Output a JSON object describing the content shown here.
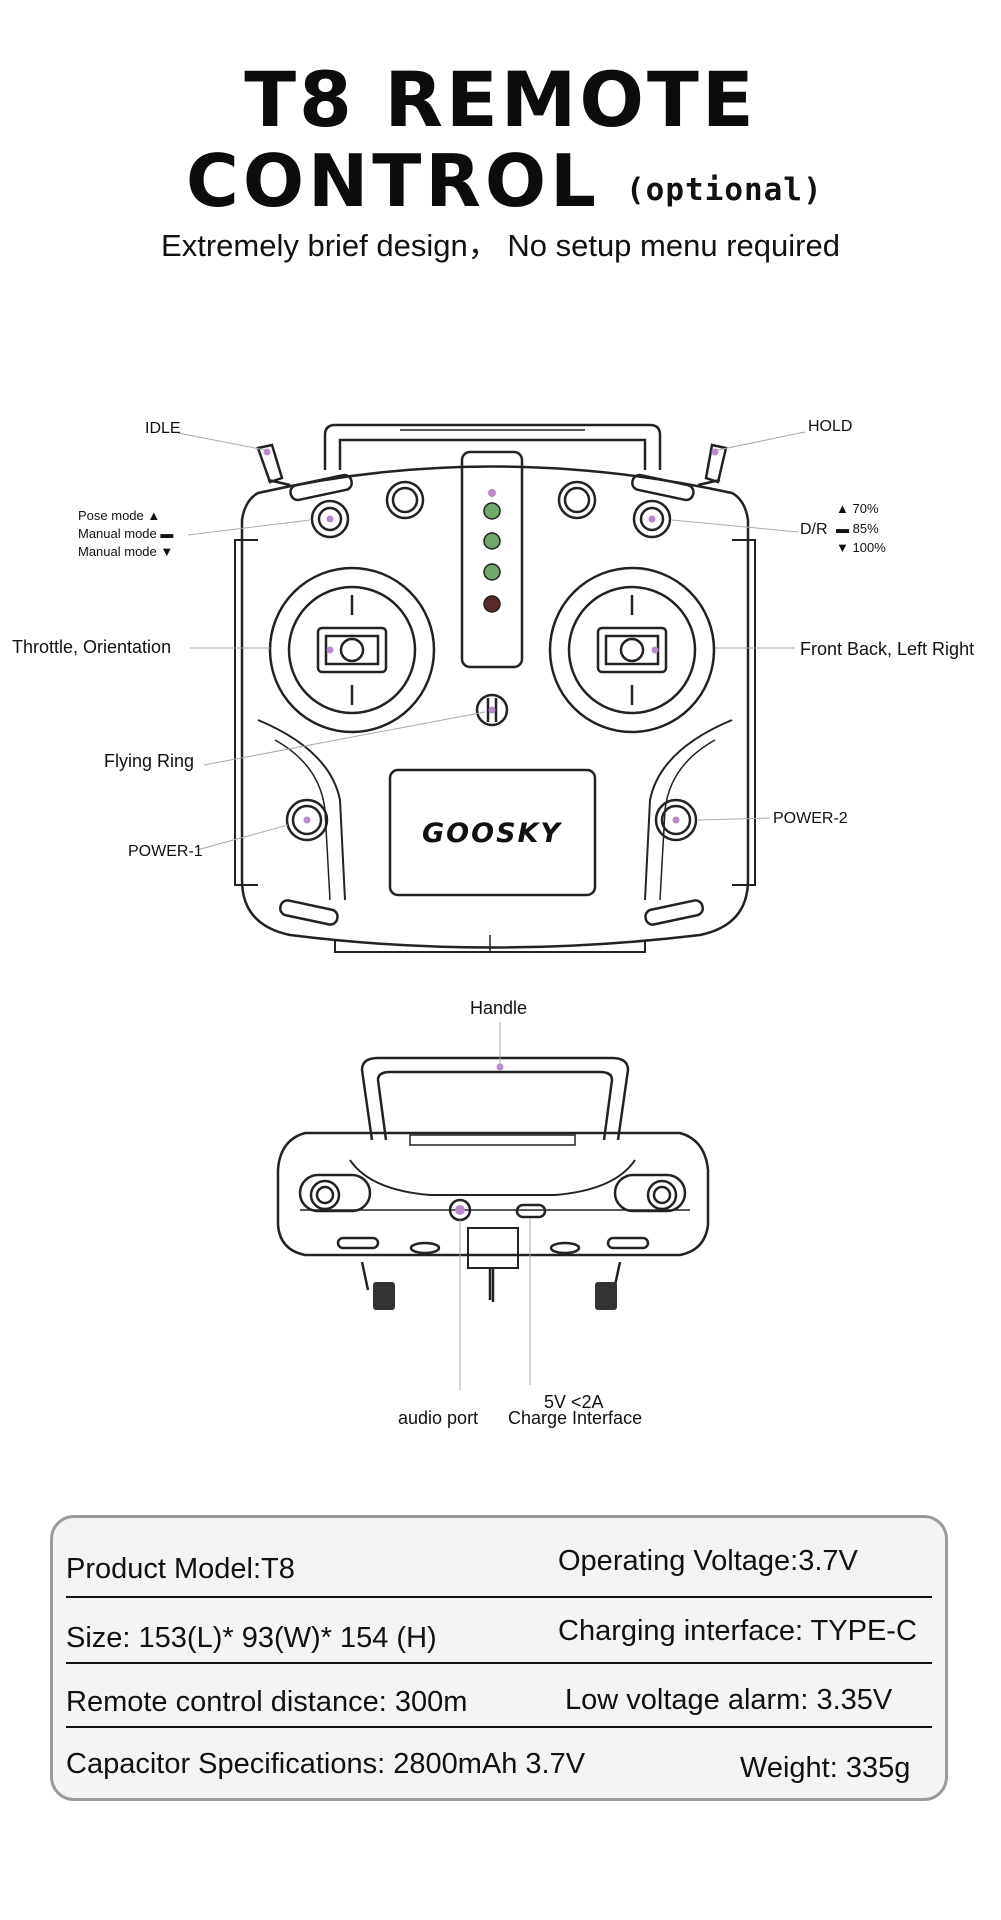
{
  "header": {
    "title_line1": "T8 REMOTE",
    "title_line2": "CONTROL",
    "optional": "(optional)",
    "subtitle": "Extremely brief design， No setup menu required"
  },
  "front_labels": {
    "idle": "IDLE",
    "hold": "HOLD",
    "pose_mode": "Pose mode",
    "manual_mode_1": "Manual mode",
    "manual_mode_2": "Manual mode",
    "dr": "D/R",
    "dr_70": "70%",
    "dr_85": "85%",
    "dr_100": "100%",
    "throttle": "Throttle, Orientation",
    "front_back": "Front Back, Left Right",
    "flying_ring": "Flying Ring",
    "power1": "POWER-1",
    "power2": "POWER-2",
    "brand": "GOOSKY"
  },
  "bottom_labels": {
    "handle": "Handle",
    "audio_port": "audio port",
    "charge_spec": "5V <2A",
    "charge_interface": "Charge Interface"
  },
  "specs": {
    "model": "Product Model:T8",
    "voltage": "Operating Voltage:3.7V",
    "size": "Size: 153(L)* 93(W)* 154 (H)",
    "charging": "Charging interface: TYPE-C",
    "distance": "Remote control distance: 300m",
    "alarm": "Low voltage alarm: 3.35V",
    "capacitor": "Capacitor Specifications: 2800mAh 3.7V",
    "weight": "Weight: 335g"
  },
  "colors": {
    "accent_dot": "#b88ac9",
    "led_green": "#6fa86a",
    "led_red": "#5a2a2a"
  }
}
